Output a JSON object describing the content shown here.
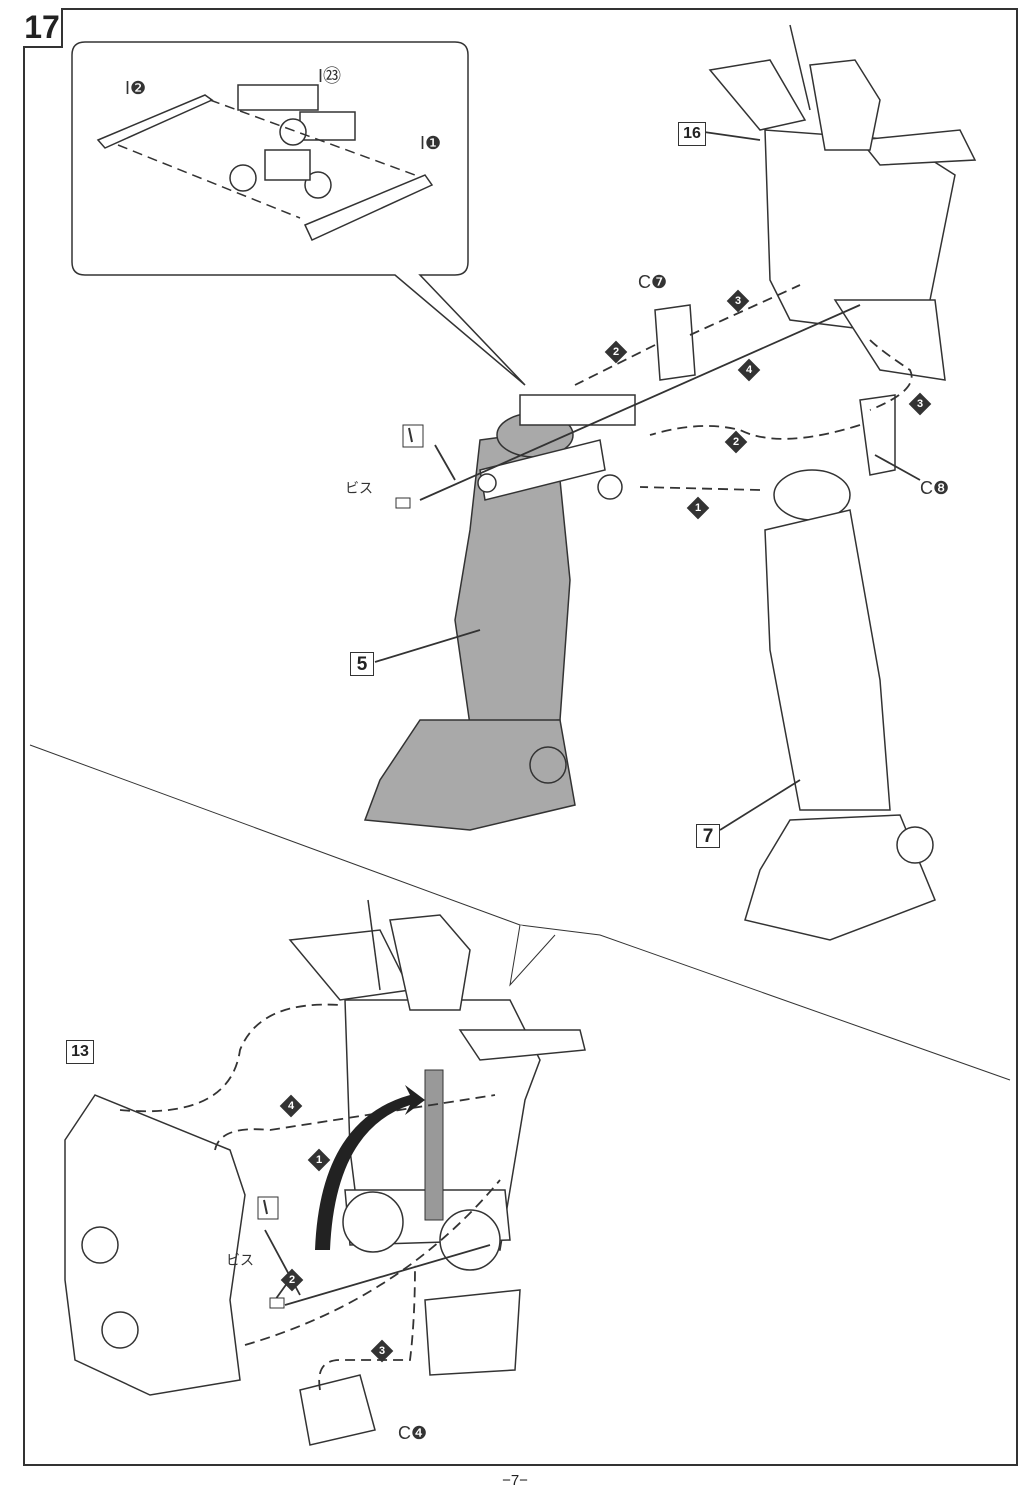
{
  "step_number": "17",
  "inset_parts": {
    "part_i2": "I❷",
    "part_i23": "I㉓",
    "part_i1": "I❶"
  },
  "subassemblies": {
    "s16": "16",
    "s5": "5",
    "s7": "7",
    "s13": "13"
  },
  "parts": {
    "c7": "C❼",
    "c8": "C❽",
    "c4": "C❹"
  },
  "screw_label_top": "ビス",
  "screw_label_bottom": "ビス",
  "top_steps": [
    "1",
    "2",
    "3",
    "4",
    "2",
    "3"
  ],
  "bottom_steps": [
    "1",
    "2",
    "3",
    "4"
  ],
  "page_number": "−7−",
  "colors": {
    "line": "#333333",
    "shaded_part": "#a9a9a9"
  }
}
